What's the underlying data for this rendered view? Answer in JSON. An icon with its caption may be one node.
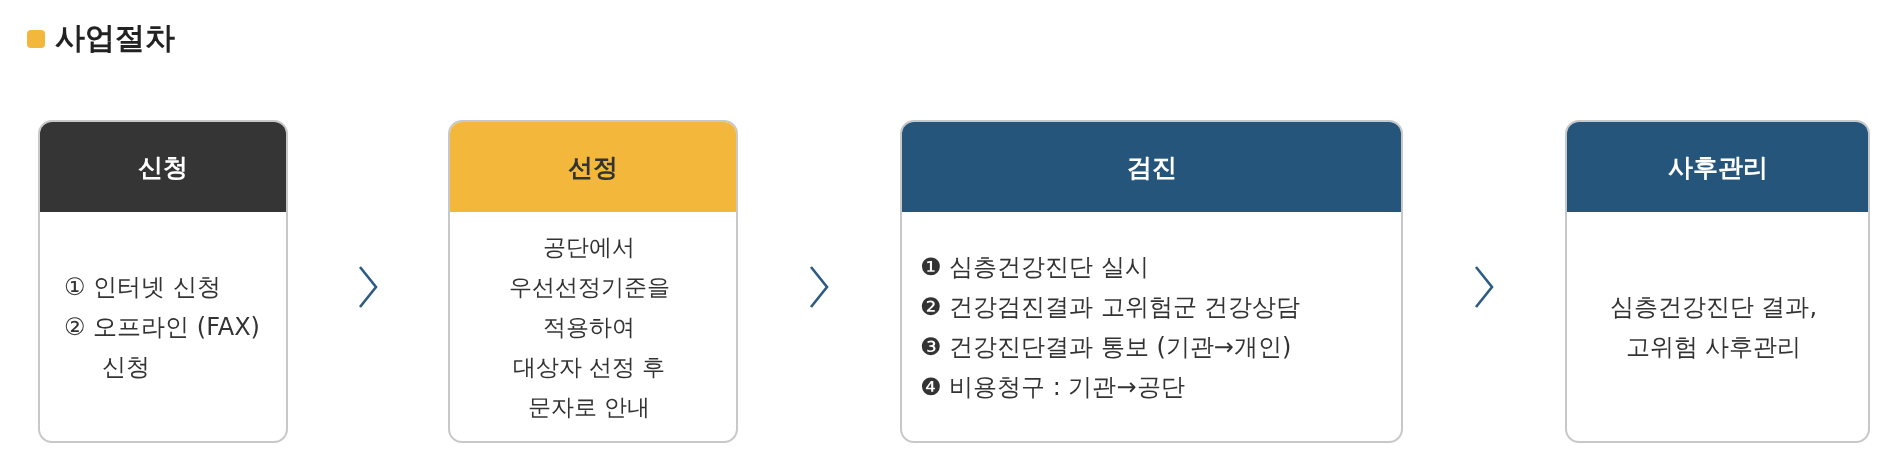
{
  "diagram": {
    "title": "사업절차",
    "nodes": [
      {
        "text": [
          "신청",
          "① 인터넷 신청",
          "② 오프라인 (FAX) 신청"
        ]
      },
      {
        "text": [
          "선정",
          "공단에서 우선선정기준을 적용하여 대상자 선정 후 문자로 안내"
        ]
      },
      {
        "text": [
          "검진",
          "❶ 심층건강진단 실시",
          "❷ 건강검진결과 고위험군 건강상담",
          "❸ 건강진단결과 통보 (기관→개인)",
          "❹ 비용청구 : 기관→공단"
        ]
      },
      {
        "text": [
          "사후관리",
          "심층건강진단 결과, 고위험 사후관리"
        ]
      }
    ],
    "edges": [
      {
        "from": 0,
        "to": 1,
        "arrow": "to"
      },
      {
        "from": 1,
        "to": 2,
        "arrow": "to"
      },
      {
        "from": 2,
        "to": 3,
        "arrow": "to"
      }
    ]
  }
}
